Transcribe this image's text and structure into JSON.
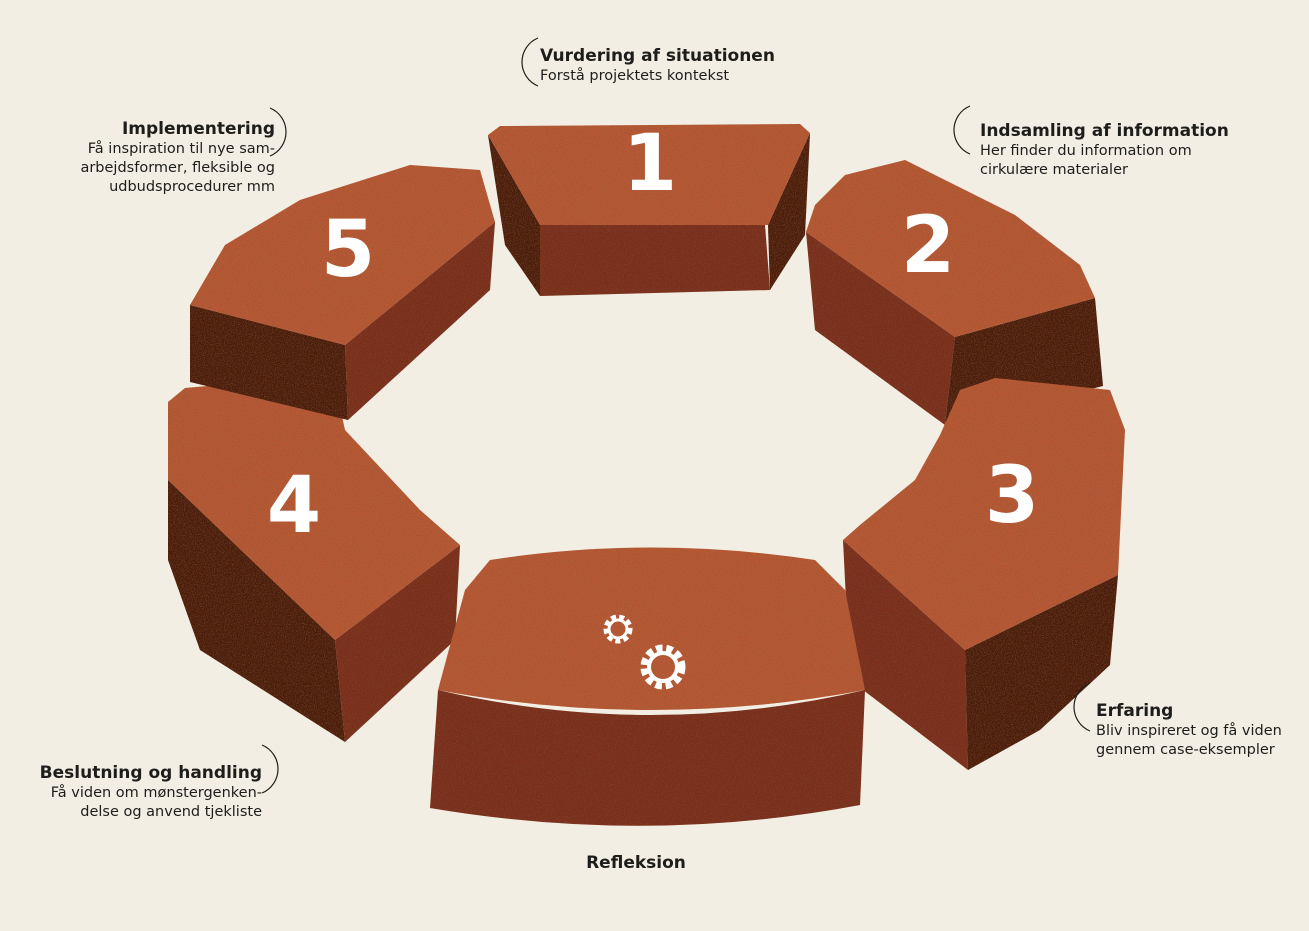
{
  "steps": [
    {
      "number": "1",
      "title": "Vurdering af situationen",
      "description": [
        "Forstå projektets kontekst"
      ]
    },
    {
      "number": "2",
      "title": "Indsamling af information",
      "description": [
        "Her finder du information om",
        "cirkulære materialer"
      ]
    },
    {
      "number": "3",
      "title": "Erfaring",
      "description": [
        "Bliv inspireret og  få viden",
        "gennem case-eksempler"
      ]
    },
    {
      "number": "4",
      "title": "Beslutning og handling",
      "description": [
        "Få viden om mønstergenken-",
        "delse og anvend tjekliste"
      ]
    },
    {
      "number": "5",
      "title": "Implementering",
      "description": [
        "Få inspiration til nye sam-",
        "arbejdsformer, fleksible og",
        "udbudsprocedurer mm"
      ]
    }
  ],
  "center": {
    "title": "Refleksion",
    "icon": "gears-icon"
  },
  "colors": {
    "brick_top": "#b85a34",
    "brick_side": "#7a2e1c",
    "brick_dark": "#4a1a10",
    "background": "#f3eee3",
    "number": "#ffffff"
  }
}
